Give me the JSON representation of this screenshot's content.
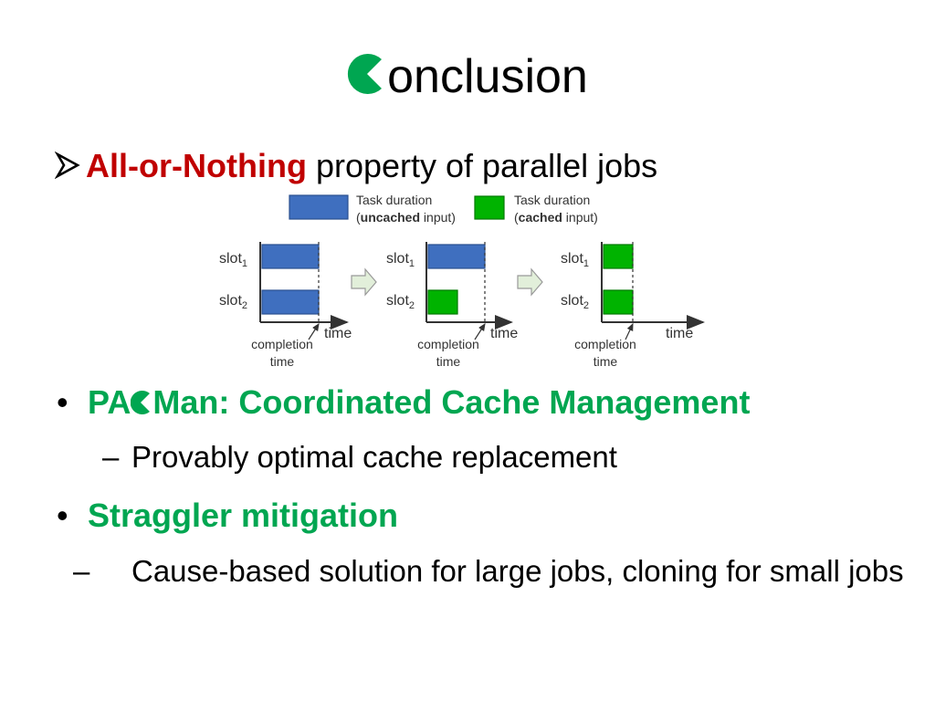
{
  "title": {
    "rest": "onclusion"
  },
  "bullet1": {
    "highlight": "All-or-Nothing",
    "rest": " property of parallel jobs"
  },
  "figure": {
    "legend": {
      "uncached": {
        "line1": "Task duration",
        "open": "(",
        "bold": "uncached",
        "after": " input)"
      },
      "cached": {
        "line1": "Task duration",
        "open": "(",
        "bold": "cached",
        "after": " input)"
      }
    },
    "slot_label": "slot",
    "slot1_sub": "1",
    "slot2_sub": "2",
    "time_label": "time",
    "completion_line1": "completion",
    "completion_line2": "time",
    "colors": {
      "uncached": "#3f6fbf",
      "cached": "#00b300",
      "arrow": "#e2efda"
    }
  },
  "bullets": [
    {
      "prefix": "PA",
      "suffix": "Man: Coordinated Cache Management"
    },
    {
      "text": "Straggler mitigation"
    }
  ],
  "subbullets": [
    {
      "dash": "–",
      "text": "Provably optimal cache replacement"
    },
    {
      "dash": "–",
      "text": "Cause-based solution for large jobs, cloning for small jobs"
    }
  ],
  "bullet_char": "•",
  "colors": {
    "accent_green": "#00a651",
    "highlight_red": "#c00000"
  }
}
